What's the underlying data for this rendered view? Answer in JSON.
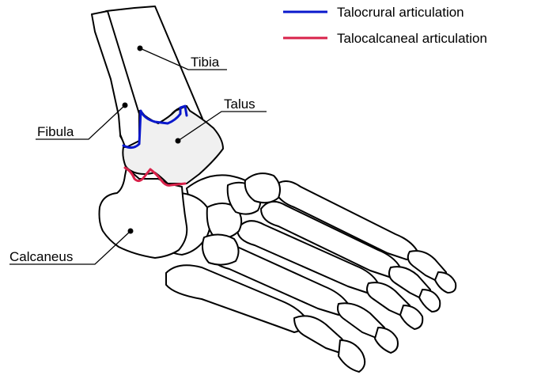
{
  "legend": {
    "items": [
      {
        "label": "Talocrural articulation",
        "color": "#0a18cc"
      },
      {
        "label": "Talocalcaneal articulation",
        "color": "#d8224a"
      }
    ]
  },
  "labels": {
    "tibia": "Tibia",
    "talus": "Talus",
    "fibula": "Fibula",
    "calcaneus": "Calcaneus"
  },
  "colors": {
    "talus_fill": "#f0f0f0",
    "outline": "#000000"
  }
}
